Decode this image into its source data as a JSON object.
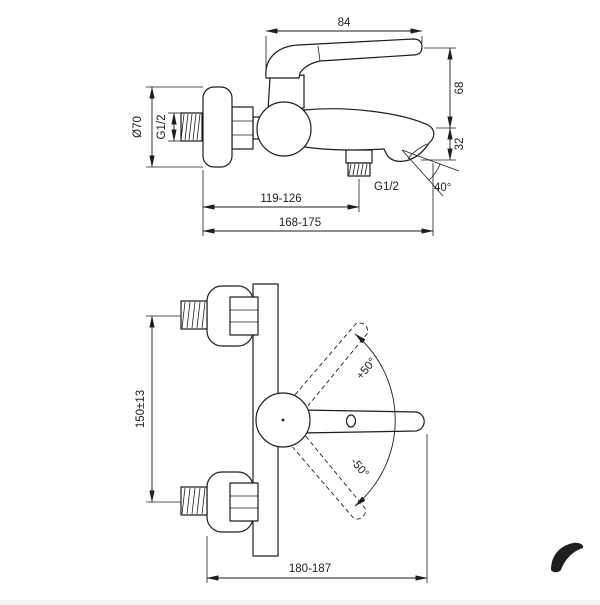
{
  "canvas": {
    "background": "#ffffff",
    "line_color": "#1d1d1b"
  },
  "side_view": {
    "dims": {
      "handle_length": "84",
      "upper_height": "68",
      "spout_drop": "32",
      "flange_diameter": "Ø70",
      "inlet_thread": "G1/2",
      "outlet_thread": "G1/2",
      "spout_angle": "40°",
      "wall_to_outlet": "119-126",
      "overall_depth": "168-175"
    }
  },
  "front_view": {
    "dims": {
      "inlet_spacing": "150±13",
      "lever_swing_up": "+50°",
      "lever_swing_down": "-50°",
      "overall_width": "180-187"
    }
  }
}
